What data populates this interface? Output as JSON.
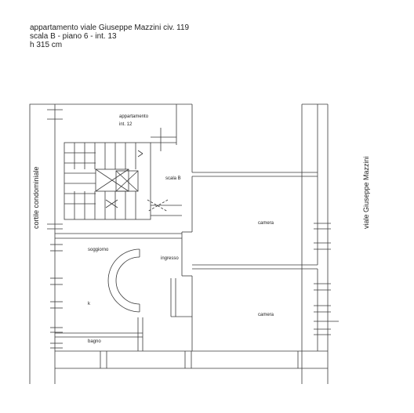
{
  "header": {
    "line1": "appartamento viale Giuseppe Mazzini civ. 119",
    "line2": "scala B - piano 6 - int. 13",
    "line3": "h 315 cm"
  },
  "labels": {
    "appartamento_line1": "appartamento",
    "appartamento_line2": "int. 12",
    "scala": "scala B",
    "camera_top": "camera",
    "camera_bottom": "camera",
    "soggiorno": "soggiorno",
    "ingresso": "ingresso",
    "kitchen": "k",
    "bagno": "bagno",
    "cortile": "cortile condominiale",
    "viale": "viale Giuseppe Mazzini"
  },
  "colors": {
    "line": "#3a3a3a"
  }
}
